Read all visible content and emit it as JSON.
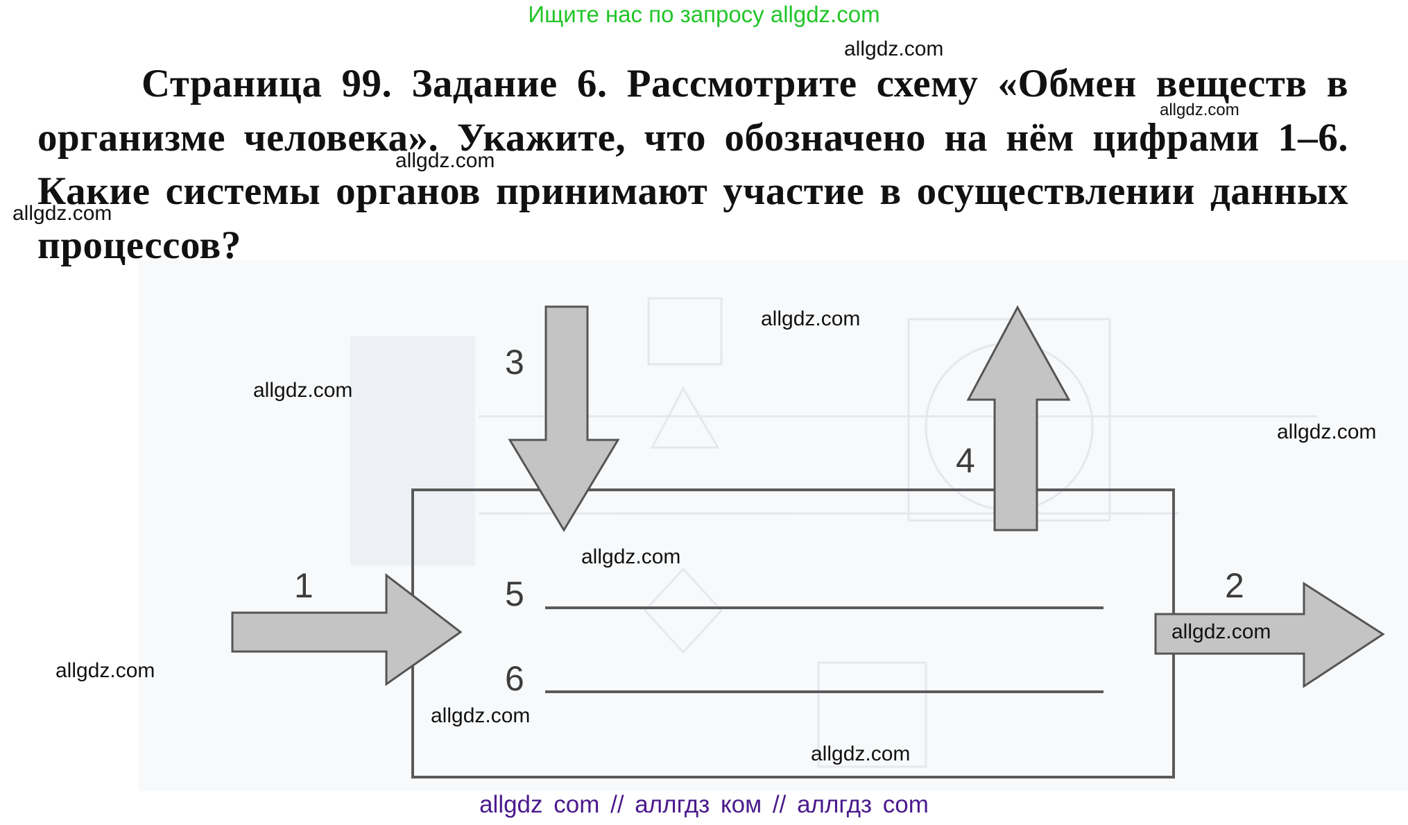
{
  "banner": {
    "text": "Ищите нас по запросу allgdz.com",
    "color": "#22c528"
  },
  "task": {
    "text": "Страница 99. Задание 6. Рассмотрите схему «Обмен веществ в организме человека». Укажите, что обозначено на нём цифрами 1–6. Какие системы органов принимают участие в осуществлении данных процессов?"
  },
  "diagram": {
    "title_implied": "Обмен веществ в организме человека",
    "labels": {
      "n1": "1",
      "n2": "2",
      "n3": "3",
      "n4": "4",
      "n5": "5",
      "n6": "6"
    },
    "arrow_fill": "#c4c4c4",
    "stroke": "#555555"
  },
  "watermarks": [
    {
      "text": "allgdz.com"
    },
    {
      "text": "allgdz.com"
    },
    {
      "text": "allgdz.com"
    },
    {
      "text": "allgdz.com"
    },
    {
      "text": "allgdz.com"
    },
    {
      "text": "allgdz.com"
    },
    {
      "text": "allgdz.com"
    },
    {
      "text": "allgdz.com"
    },
    {
      "text": "allgdz.com"
    },
    {
      "text": "allgdz.com"
    },
    {
      "text": "allgdz.com"
    },
    {
      "text": "allgdz.com"
    }
  ],
  "footer": {
    "text": "allgdz com  //  аллгдз ком  //  аллгдз com",
    "color": "#4a1a8c"
  }
}
